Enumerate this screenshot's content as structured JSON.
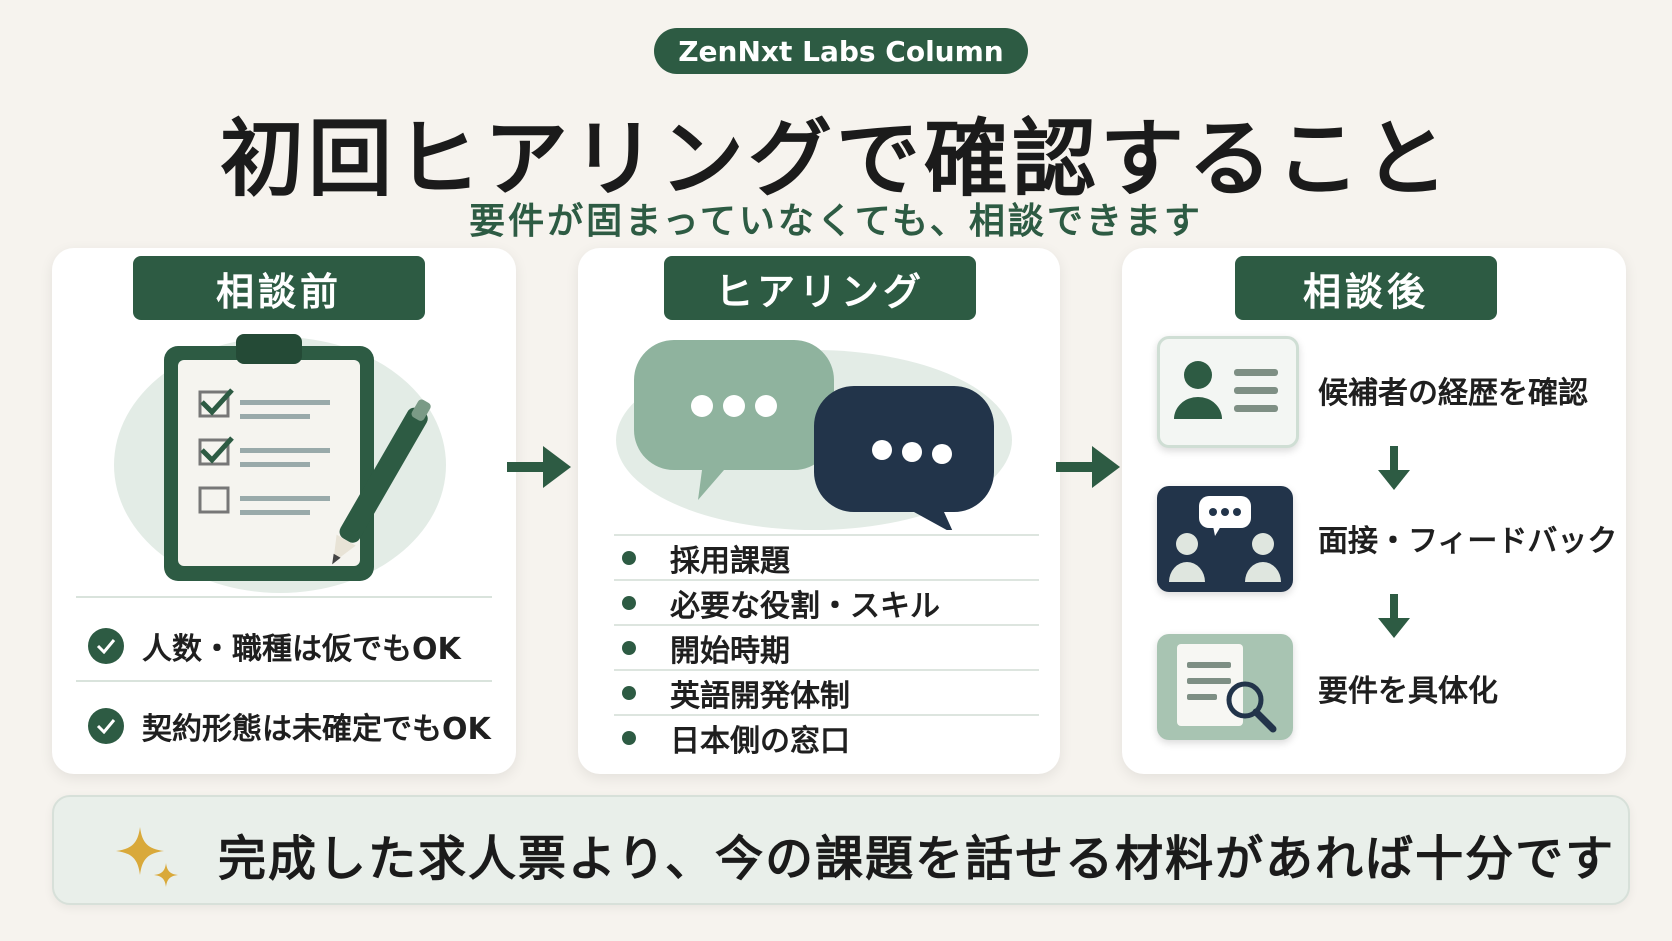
{
  "header": {
    "badge": "ZenNxt Labs Column",
    "title": "初回ヒアリングで確認すること",
    "subtitle": "要件が固まっていなくても、相談できます"
  },
  "colors": {
    "accent": "#2d5b43",
    "accent_light": "#8fb39e",
    "navy": "#22344a",
    "background": "#f6f3ee",
    "gold": "#d9a93a"
  },
  "before": {
    "heading": "相談前",
    "icon": "clipboard-checklist-icon",
    "items": [
      "人数・職種は仮でもOK",
      "契約形態は未確定でもOK"
    ]
  },
  "hearing": {
    "heading": "ヒアリング",
    "icon": "chat-bubbles-icon",
    "items": [
      "採用課題",
      "必要な役割・スキル",
      "開始時期",
      "英語開発体制",
      "日本側の窓口"
    ]
  },
  "after": {
    "heading": "相談後",
    "steps": [
      {
        "icon": "profile-card-icon",
        "label": "候補者の経歴を確認"
      },
      {
        "icon": "interview-icon",
        "label": "面接・フィードバック"
      },
      {
        "icon": "document-search-icon",
        "label": "要件を具体化"
      }
    ]
  },
  "footer": {
    "icon": "sparkle-icon",
    "message": "完成した求人票より、今の課題を話せる材料があれば十分です"
  }
}
